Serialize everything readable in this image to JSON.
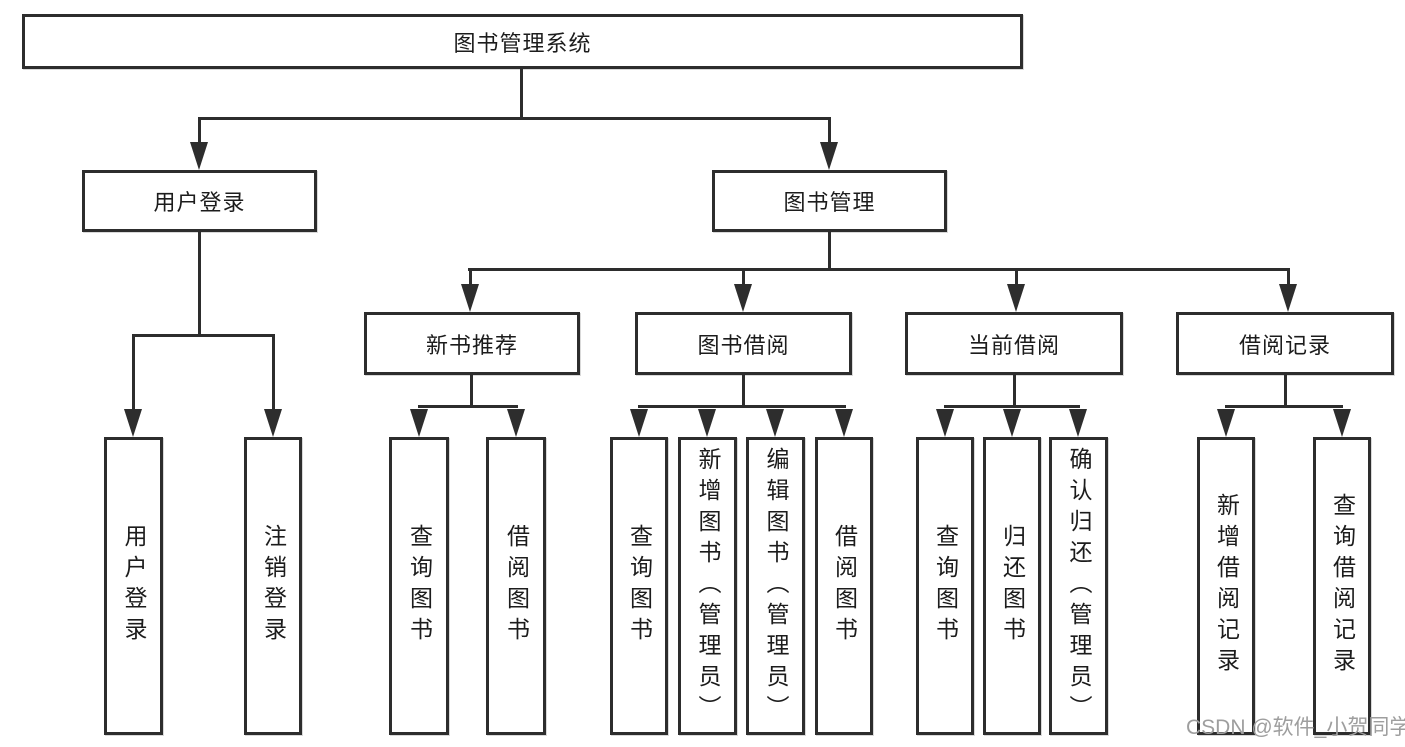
{
  "tree": {
    "root": "图书管理系统",
    "branches": [
      {
        "label": "用户登录",
        "children": [
          "用户登录",
          "注销登录"
        ]
      },
      {
        "label": "图书管理",
        "sections": [
          {
            "label": "新书推荐",
            "children": [
              "查询图书",
              "借阅图书"
            ]
          },
          {
            "label": "图书借阅",
            "children": [
              "查询图书",
              "新增图书（管理员）",
              "编辑图书（管理员）",
              "借阅图书"
            ]
          },
          {
            "label": "当前借阅",
            "children": [
              "查询图书",
              "归还图书",
              "确认归还（管理员）"
            ]
          },
          {
            "label": "借阅记录",
            "children": [
              "新增借阅记录",
              "查询借阅记录"
            ]
          }
        ]
      }
    ]
  },
  "watermark": "CSDN @软件_小贺同学",
  "colors": {
    "line": "#2d2d2d",
    "text": "#1c1c1c",
    "watermark": "#9e9e9e",
    "background": "#ffffff"
  }
}
